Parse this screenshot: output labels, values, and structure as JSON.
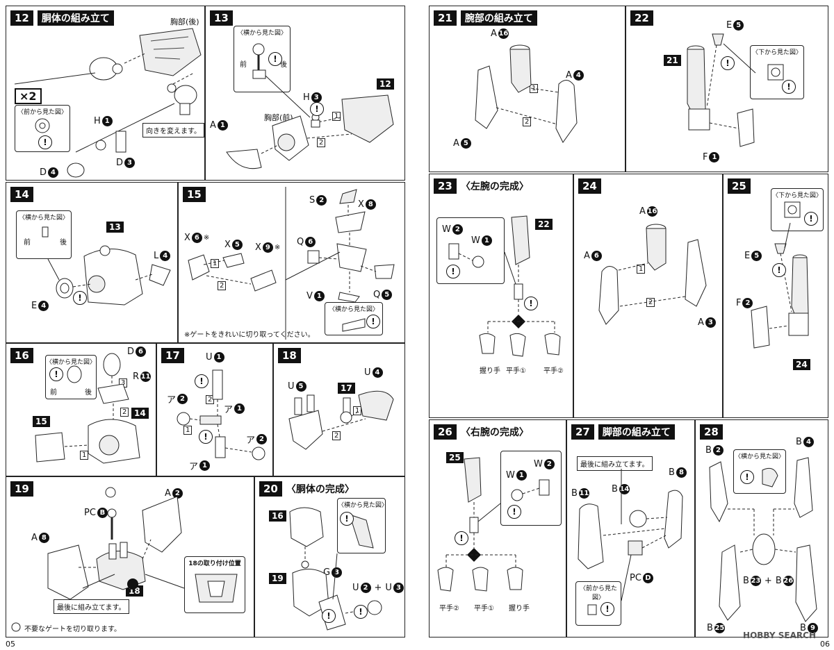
{
  "footer": {
    "left": "05",
    "right": "06"
  },
  "watermark": "HOBBY SEARCH",
  "steps": {
    "s12": {
      "num": "12",
      "title": "胴体の組み立て",
      "chest_back": "胸部(後)",
      "multiplier": "×2",
      "front_view": "〈前から見た図〉",
      "note": "向きを変えます。",
      "parts": {
        "H": "H",
        "H_n": "1",
        "D4": "D",
        "D4_n": "4",
        "D3": "D",
        "D3_n": "3"
      }
    },
    "s13": {
      "num": "13",
      "title": "",
      "side_view": "〈横から見た図〉",
      "front": "前",
      "back": "後",
      "chest_front": "胸部(前)",
      "ref": "12",
      "parts": {
        "H": "H",
        "H_n": "3",
        "A": "A",
        "A_n": "1"
      },
      "arrows": {
        "a1": "1",
        "a2": "2"
      }
    },
    "s14": {
      "num": "14",
      "side_view": "〈横から見た図〉",
      "front": "前",
      "back": "後",
      "ref": "13",
      "parts": {
        "L": "L",
        "L_n": "4",
        "E": "E",
        "E_n": "4"
      }
    },
    "s15": {
      "num": "15",
      "note": "※ゲートをきれいに切り取ってください。",
      "side_view": "〈横から見た図〉",
      "parts": {
        "X6": "X",
        "X6_n": "6",
        "X5": "X",
        "X5_n": "5",
        "X9": "X",
        "X9_n": "9",
        "S": "S",
        "S_n": "2",
        "X8": "X",
        "X8_n": "8",
        "Q6": "Q",
        "Q6_n": "6",
        "Q5": "Q",
        "Q5_n": "5",
        "V": "V",
        "V_n": "1"
      },
      "star": "※",
      "arrows": {
        "a1": "1",
        "a2": "2"
      }
    },
    "s16": {
      "num": "16",
      "side_view": "〈横から見た図〉",
      "front": "前",
      "back": "後",
      "ref15": "15",
      "ref14": "14",
      "parts": {
        "D": "D",
        "D_n": "6",
        "R": "R",
        "R_n": "11"
      },
      "arrows": {
        "a1": "1",
        "a2": "2",
        "a3": "3"
      }
    },
    "s17": {
      "num": "17",
      "parts": {
        "U": "U",
        "U_n": "1",
        "A2a": "ア",
        "A2a_n": "2",
        "A1a": "ア",
        "A1a_n": "1",
        "A2b": "ア",
        "A2b_n": "2",
        "A1b": "ア",
        "A1b_n": "1"
      },
      "arrows": {
        "a1": "1",
        "a2": "2"
      }
    },
    "s18": {
      "num": "18",
      "ref": "17",
      "parts": {
        "U5": "U",
        "U5_n": "5",
        "U4": "U",
        "U4_n": "4"
      },
      "arrows": {
        "a1": "1",
        "a2": "2"
      }
    },
    "s19": {
      "num": "19",
      "ref": "18",
      "parts": {
        "PC": "PC",
        "PC_n": "B",
        "A8": "A",
        "A8_n": "8",
        "A2": "A",
        "A2_n": "2"
      },
      "last": "最後に組み立てます。",
      "position": "18の取り付け位置",
      "gate_note": "不要なゲートを切り取ります。"
    },
    "s20": {
      "num": "20",
      "title": "〈胴体の完成〉",
      "side_view": "〈横から見た図〉",
      "ref16": "16",
      "ref19": "19",
      "parts": {
        "G": "G",
        "G_n": "3",
        "U2": "U",
        "U2_n": "2",
        "U3": "U",
        "U3_n": "3"
      },
      "plus": "+"
    },
    "s21": {
      "num": "21",
      "title": "腕部の組み立て",
      "parts": {
        "A16": "A",
        "A16_n": "16",
        "A4": "A",
        "A4_n": "4",
        "A5": "A",
        "A5_n": "5"
      },
      "arrows": {
        "a1": "1",
        "a2": "2"
      }
    },
    "s22": {
      "num": "22",
      "ref": "21",
      "bottom_view": "〈下から見た図〉",
      "parts": {
        "E": "E",
        "E_n": "5",
        "F": "F",
        "F_n": "1"
      }
    },
    "s23": {
      "num": "23",
      "title": "〈左腕の完成〉",
      "ref": "22",
      "parts": {
        "W2": "W",
        "W2_n": "2",
        "W1": "W",
        "W1_n": "1"
      },
      "hands": [
        "握り手",
        "平手①",
        "平手②"
      ]
    },
    "s24": {
      "num": "24",
      "parts": {
        "A16": "A",
        "A16_n": "16",
        "A6": "A",
        "A6_n": "6",
        "A3": "A",
        "A3_n": "3"
      },
      "arrows": {
        "a1": "1",
        "a2": "2"
      }
    },
    "s25": {
      "num": "25",
      "bottom_view": "〈下から見た図〉",
      "ref": "24",
      "parts": {
        "E": "E",
        "E_n": "5",
        "F": "F",
        "F_n": "2"
      }
    },
    "s26": {
      "num": "26",
      "title": "〈右腕の完成〉",
      "ref": "25",
      "parts": {
        "W1": "W",
        "W1_n": "1",
        "W2": "W",
        "W2_n": "2"
      },
      "hands": [
        "平手②",
        "平手①",
        "握り手"
      ]
    },
    "s27": {
      "num": "27",
      "title": "脚部の組み立て",
      "last": "最後に組み立てます。",
      "front_view": "〈前から見た図〉",
      "parts": {
        "B11": "B",
        "B11_n": "11",
        "B14": "B",
        "B14_n": "14",
        "B8": "B",
        "B8_n": "8",
        "PC": "PC",
        "PC_n": "D"
      }
    },
    "s28": {
      "num": "28",
      "side_view": "〈横から見た図〉",
      "parts": {
        "B2": "B",
        "B2_n": "2",
        "B4": "B",
        "B4_n": "4",
        "B23": "B",
        "B23_n": "23",
        "B26": "B",
        "B26_n": "26",
        "B25": "B",
        "B25_n": "25",
        "B9": "B",
        "B9_n": "9"
      },
      "plus": "+"
    }
  }
}
